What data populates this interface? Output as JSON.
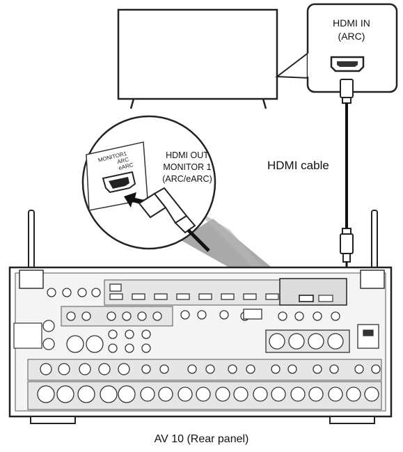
{
  "tv_port": {
    "line1": "HDMI IN",
    "line2": "(ARC)"
  },
  "receiver_port": {
    "line1": "HDMI OUT",
    "line2": "MONITOR 1",
    "line3": "(ARC/eARC)",
    "panel_label_line1": "MONITOR1",
    "panel_label_line2": "ARC",
    "panel_label_line3": "eARC"
  },
  "cable_label": "HDMI cable",
  "caption": "AV 10 (Rear panel)",
  "colors": {
    "outline": "#222222",
    "panel_fill": "#e9e9e9",
    "zoom_cone": "#9a9a9a",
    "cable": "#111111"
  }
}
